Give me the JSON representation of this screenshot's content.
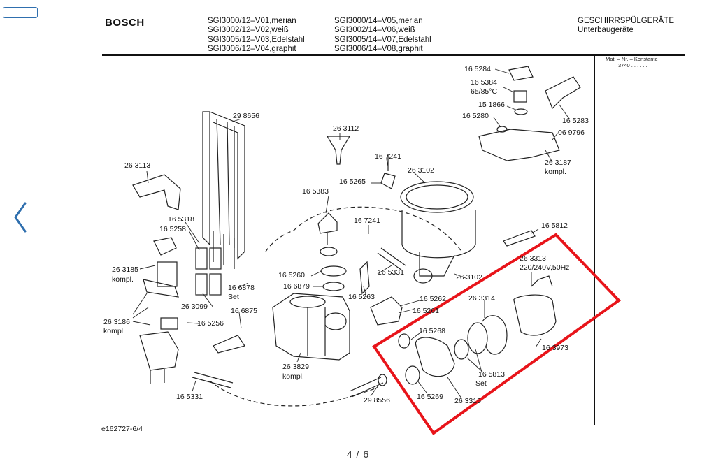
{
  "header": {
    "brand": "BOSCH",
    "models_left": [
      "SGI3000/12–V01,merian",
      "SGI3002/12–V02,weiß",
      "SGI3005/12–V03,Edelstahl",
      "SGI3006/12–V04,graphit"
    ],
    "models_right": [
      "SGI3000/14–V05,merian",
      "SGI3002/14–V06,weiß",
      "SGI3005/14–V07,Edelstahl",
      "SGI3006/14–V08,graphit"
    ],
    "category_line1": "GESCHIRRSPÜLGERÄTE",
    "category_line2": "Unterbaugeräte",
    "mat_line1": "Mat. – Nr. – Konstante",
    "mat_line2": "3740 . . . . . ."
  },
  "parts": [
    "16 5284",
    "16 5384",
    "65/85°C",
    "15 1866",
    "16 5280",
    "16 5283",
    "06 9796",
    "26 3187",
    "kompl.",
    "29 8656",
    "26 3112",
    "16 7241",
    "26 3102",
    "16 5265",
    "26 3113",
    "16 5383",
    "16 7241",
    "16 5318",
    "16 5258",
    "16 5812",
    "26 3313",
    "220/240V,50Hz",
    "26 3185",
    "kompl.",
    "16 5331",
    "16 5260",
    "26 3102",
    "16 6878",
    "Set",
    "16 6879",
    "16 5263",
    "16 5262",
    "26 3314",
    "26 3099",
    "16 6875",
    "16 5261",
    "26 3186",
    "kompl.",
    "16 5256",
    "16 5268",
    "16 3973",
    "26 3829",
    "kompl.",
    "16 5813",
    "Set",
    "16 5269",
    "16 5331",
    "29 8556",
    "26 3315"
  ],
  "doc_id": "e162727-6/4",
  "pager": {
    "current": "4",
    "total": "6",
    "text": "4 / 6"
  },
  "highlight_color": "#e8141a"
}
